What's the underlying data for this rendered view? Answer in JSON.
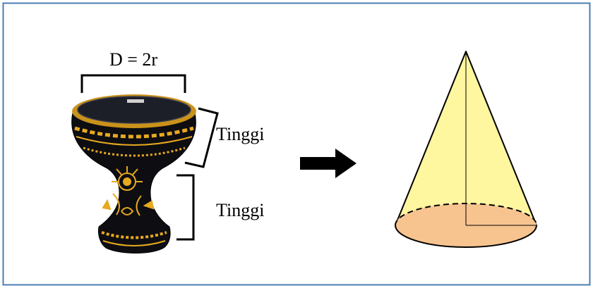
{
  "diagram": {
    "diameter_label": "D = 2r",
    "height_label_top": "Tinggi",
    "height_label_bottom": "Tinggi"
  },
  "colors": {
    "frame": "#4a7eb2",
    "cone_fill": "#fff6a0",
    "base_fill": "#f7c490",
    "drum_body": "#0d0d12",
    "drum_gold": "#e7a91e"
  }
}
